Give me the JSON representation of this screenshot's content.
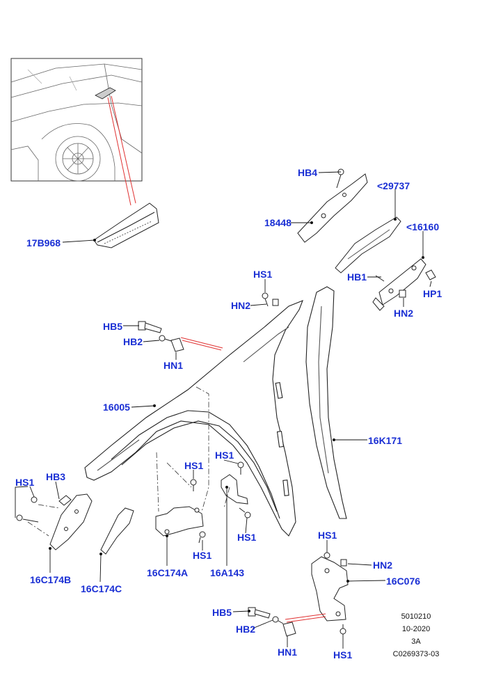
{
  "labels": {
    "hb4": "HB4",
    "p29737": "<29737",
    "p18448": "18448",
    "p16160": "<16160",
    "p17b968": "17B968",
    "hb1": "HB1",
    "hp1": "HP1",
    "hs1_top": "HS1",
    "hn2_top": "HN2",
    "hn2_right": "HN2",
    "hb5_top": "HB5",
    "hb2_top": "HB2",
    "hn1_top": "HN1",
    "p16005": "16005",
    "p16k171": "16K171",
    "hs1_mid": "HS1",
    "hs1_a": "HS1",
    "hs1_left": "HS1",
    "hb3": "HB3",
    "hs1_b": "HS1",
    "hs1_c": "HS1",
    "hs1_d": "HS1",
    "p16c174b": "16C174B",
    "p16c174c": "16C174C",
    "p16c174a": "16C174A",
    "p16a143": "16A143",
    "hn2_bottom": "HN2",
    "p16c076": "16C076",
    "hb5_bottom": "HB5",
    "hb2_bottom": "HB2",
    "hn1_bottom": "HN1",
    "hs1_bottom": "HS1"
  },
  "meta": {
    "code1": "5010210",
    "date": "10-2020",
    "rev": "3A",
    "ref": "C0269373-03"
  },
  "colors": {
    "callout": "#1a2fd4",
    "line": "#111111",
    "pointer": "#e03030"
  }
}
